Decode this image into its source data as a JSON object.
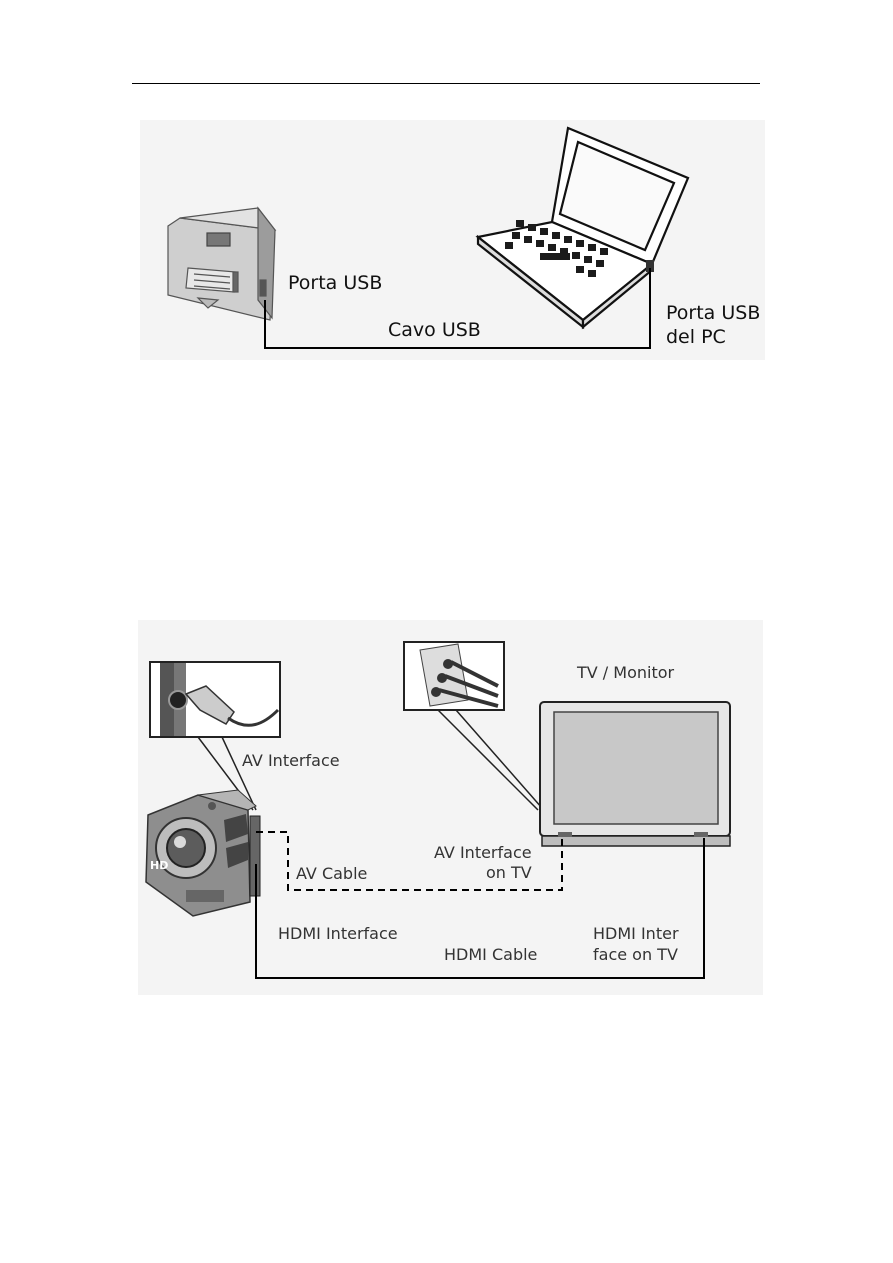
{
  "usb_figure": {
    "camera_port_label": "Porta USB",
    "cable_label": "Cavo USB",
    "pc_port_label_line1": "Porta USB",
    "pc_port_label_line2": "del PC"
  },
  "tv_figure": {
    "tv_label": "TV / Monitor",
    "av_interface_label": "AV Interface",
    "av_cable_label": "AV Cable",
    "av_tv_label_line1": "AV Interface",
    "av_tv_label_line2": "on TV",
    "hdmi_interface_label": "HDMI Interface",
    "hdmi_cable_label": "HDMI Cable",
    "hdmi_tv_label_line1": "HDMI Inter",
    "hdmi_tv_label_line2": "face on TV",
    "camera_badge": "HD"
  }
}
